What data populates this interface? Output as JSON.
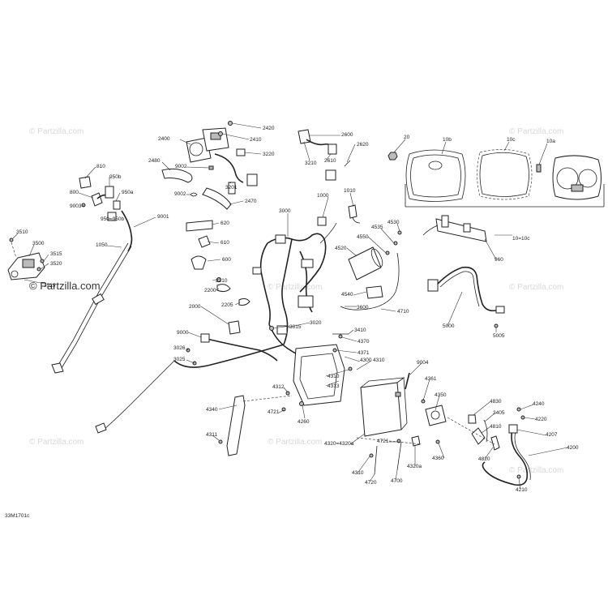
{
  "diagram_code": "33M1701c",
  "watermark_text": "© Partzilla.com",
  "callouts": [
    {
      "id": "2420",
      "text": "2420"
    },
    {
      "id": "2400",
      "text": "2400"
    },
    {
      "id": "2410",
      "text": "2410"
    },
    {
      "id": "3220",
      "text": "3220"
    },
    {
      "id": "2600",
      "text": "2600"
    },
    {
      "id": "2620",
      "text": "2620"
    },
    {
      "id": "3210",
      "text": "3210"
    },
    {
      "id": "2610",
      "text": "2610"
    },
    {
      "id": "20",
      "text": "20"
    },
    {
      "id": "10b",
      "text": "10b"
    },
    {
      "id": "10c",
      "text": "10c"
    },
    {
      "id": "10a",
      "text": "10a"
    },
    {
      "id": "2480",
      "text": "2480"
    },
    {
      "id": "9002a",
      "text": "9002"
    },
    {
      "id": "3201",
      "text": "3201"
    },
    {
      "id": "9002b",
      "text": "9002"
    },
    {
      "id": "2470",
      "text": "2470"
    },
    {
      "id": "810",
      "text": "810"
    },
    {
      "id": "950b",
      "text": "950b"
    },
    {
      "id": "800",
      "text": "800"
    },
    {
      "id": "950a",
      "text": "950a"
    },
    {
      "id": "9003",
      "text": "9003"
    },
    {
      "id": "950eq",
      "text": "950=950b"
    },
    {
      "id": "9001",
      "text": "9001"
    },
    {
      "id": "1000",
      "text": "1000"
    },
    {
      "id": "1010",
      "text": "1010"
    },
    {
      "id": "3000",
      "text": "3000"
    },
    {
      "id": "10eq",
      "text": "10=10c"
    },
    {
      "id": "620",
      "text": "620"
    },
    {
      "id": "4530",
      "text": "4530"
    },
    {
      "id": "4535",
      "text": "4535"
    },
    {
      "id": "3510",
      "text": "3510"
    },
    {
      "id": "4550",
      "text": "4550"
    },
    {
      "id": "3500",
      "text": "3500"
    },
    {
      "id": "1050",
      "text": "1050"
    },
    {
      "id": "610",
      "text": "610"
    },
    {
      "id": "4520",
      "text": "4520"
    },
    {
      "id": "960",
      "text": "960"
    },
    {
      "id": "3515",
      "text": "3515"
    },
    {
      "id": "3520",
      "text": "3520"
    },
    {
      "id": "600",
      "text": "600"
    },
    {
      "id": "3525",
      "text": "3525"
    },
    {
      "id": "2210",
      "text": "2210"
    },
    {
      "id": "2200",
      "text": "2200"
    },
    {
      "id": "2205",
      "text": "2205"
    },
    {
      "id": "4540",
      "text": "4540"
    },
    {
      "id": "3600",
      "text": "3600"
    },
    {
      "id": "4710",
      "text": "4710"
    },
    {
      "id": "2000",
      "text": "2000"
    },
    {
      "id": "3020",
      "text": "3020"
    },
    {
      "id": "3015",
      "text": "3015"
    },
    {
      "id": "3410",
      "text": "3410"
    },
    {
      "id": "5000",
      "text": "5000"
    },
    {
      "id": "9000",
      "text": "9000"
    },
    {
      "id": "4370",
      "text": "4370"
    },
    {
      "id": "4371",
      "text": "4371"
    },
    {
      "id": "5005",
      "text": "5005"
    },
    {
      "id": "3026",
      "text": "3026"
    },
    {
      "id": "4300",
      "text": "4300"
    },
    {
      "id": "4310a",
      "text": "4310"
    },
    {
      "id": "3025",
      "text": "3025"
    },
    {
      "id": "9004",
      "text": "9004"
    },
    {
      "id": "4310b",
      "text": "4310"
    },
    {
      "id": "4313",
      "text": "4313"
    },
    {
      "id": "4361",
      "text": "4361"
    },
    {
      "id": "4312",
      "text": "4312"
    },
    {
      "id": "4350",
      "text": "4350"
    },
    {
      "id": "4830",
      "text": "4830"
    },
    {
      "id": "4240",
      "text": "4240"
    },
    {
      "id": "4340",
      "text": "4340"
    },
    {
      "id": "4721a",
      "text": "4721"
    },
    {
      "id": "4260",
      "text": "4260"
    },
    {
      "id": "3405",
      "text": "3405"
    },
    {
      "id": "4220",
      "text": "4220"
    },
    {
      "id": "4810",
      "text": "4810"
    },
    {
      "id": "4207",
      "text": "4207"
    },
    {
      "id": "4311",
      "text": "4311"
    },
    {
      "id": "4320eq",
      "text": "4320=4320a"
    },
    {
      "id": "4721b",
      "text": "4721"
    },
    {
      "id": "4820",
      "text": "4820"
    },
    {
      "id": "4200",
      "text": "4200"
    },
    {
      "id": "4360",
      "text": "4360"
    },
    {
      "id": "4320a",
      "text": "4320a"
    },
    {
      "id": "4310c",
      "text": "4310"
    },
    {
      "id": "4720",
      "text": "4720"
    },
    {
      "id": "4700",
      "text": "4700"
    },
    {
      "id": "4210",
      "text": "4210"
    }
  ]
}
